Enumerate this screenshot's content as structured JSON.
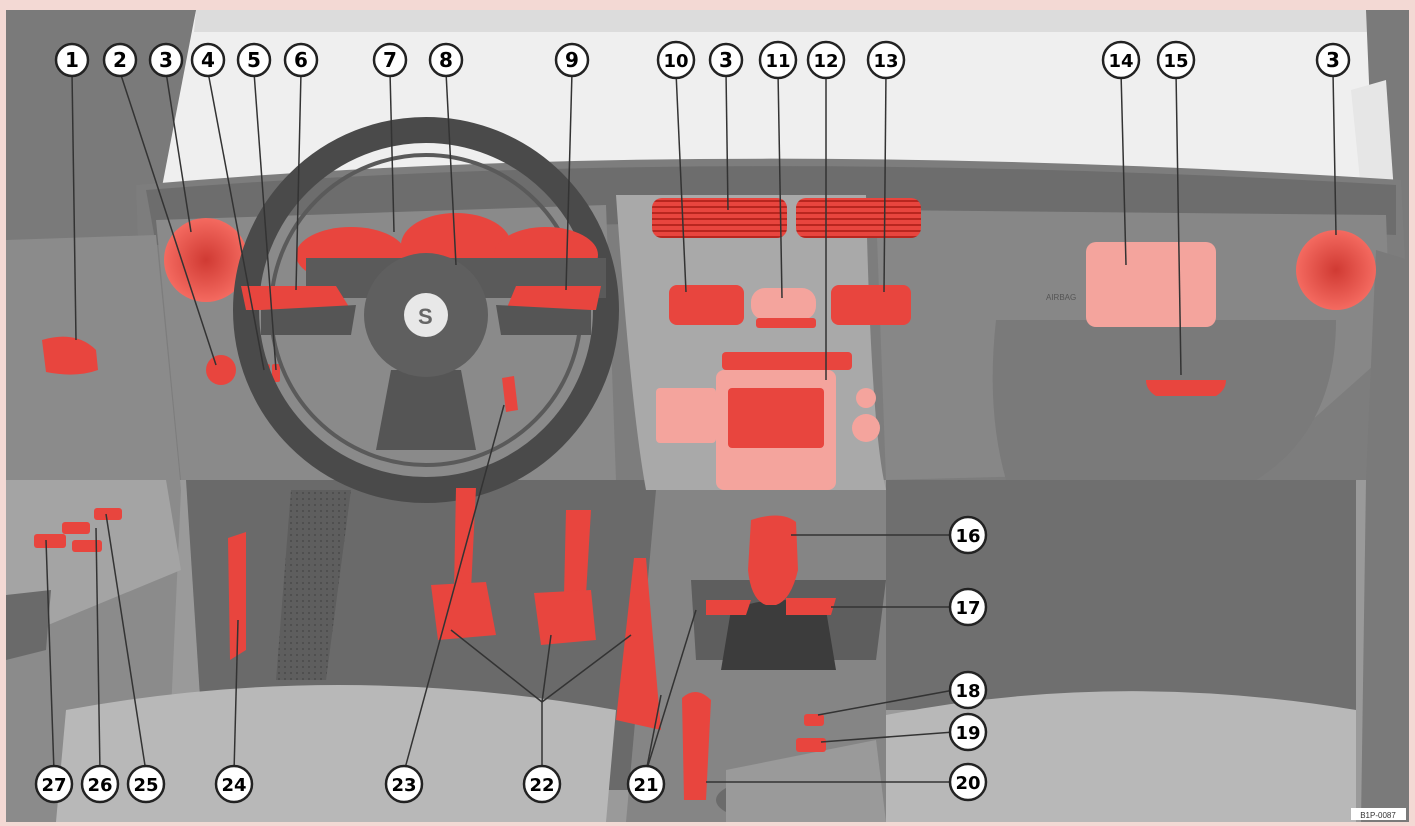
{
  "diagram": {
    "reference_code": "B1P-0087",
    "airbag_label": "AIRBAG",
    "callouts": [
      "1",
      "2",
      "3",
      "4",
      "5",
      "6",
      "7",
      "8",
      "9",
      "10",
      "11",
      "12",
      "13",
      "14",
      "15",
      "16",
      "17",
      "18",
      "19",
      "20",
      "21",
      "22",
      "23",
      "24",
      "25",
      "26",
      "27"
    ]
  },
  "colors": {
    "page_background": "#f3d9d4",
    "highlight_red": "#e8453e",
    "highlight_pale": "#f4a49d",
    "interior_grey": "#8e8e8e",
    "dashboard_dark": "#6d6d6d",
    "badge_fill": "#ffffff",
    "badge_stroke": "#222222"
  }
}
